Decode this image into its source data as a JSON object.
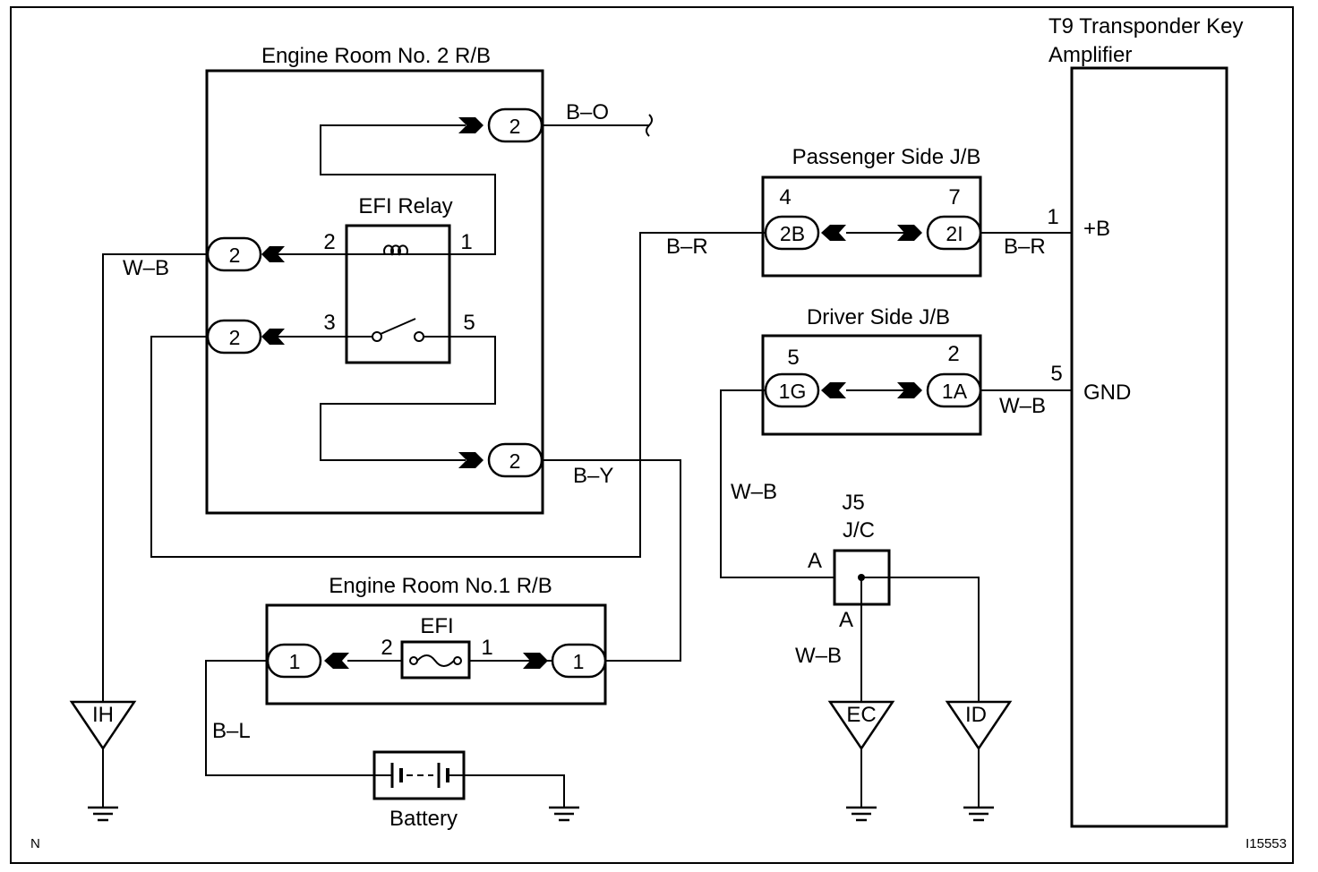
{
  "boxes": {
    "er2": "Engine Room No. 2 R/B",
    "efi_relay": "EFI Relay",
    "passenger": "Passenger Side J/B",
    "driver": "Driver Side J/B",
    "amp_line1": "T9 Transponder Key",
    "amp_line2": "Amplifier",
    "er1": "Engine Room No.1 R/B",
    "efi_fuse": "EFI",
    "j5": "J5",
    "jc": "J/C",
    "battery": "Battery"
  },
  "connectors": {
    "er2_top": "2",
    "er2_left1": "2",
    "er2_left2": "2",
    "er2_bottom": "2",
    "pass_left": "2B",
    "pass_right": "2I",
    "drv_left": "1G",
    "drv_right": "1A",
    "er1_left": "1",
    "er1_right": "1"
  },
  "pins": {
    "relay_2": "2",
    "relay_1": "1",
    "relay_3": "3",
    "relay_5": "5",
    "pass_4": "4",
    "pass_7": "7",
    "amp_1": "1",
    "drv_5": "5",
    "drv_2": "2",
    "amp_5": "5",
    "fuse_2": "2",
    "fuse_1": "1",
    "jc_a1": "A",
    "jc_a2": "A"
  },
  "terminals": {
    "plus_b": "+B",
    "gnd": "GND"
  },
  "wires": {
    "bo": "B–O",
    "wb_left": "W–B",
    "br_1": "B–R",
    "br_2": "B–R",
    "wb_drv": "W–B",
    "by": "B–Y",
    "wb_jc": "W–B",
    "wb_ec": "W–B",
    "bl": "B–L"
  },
  "grounds": {
    "ih": "IH",
    "ec": "EC",
    "id": "ID"
  },
  "corner": {
    "left": "N",
    "right": "I15553"
  }
}
